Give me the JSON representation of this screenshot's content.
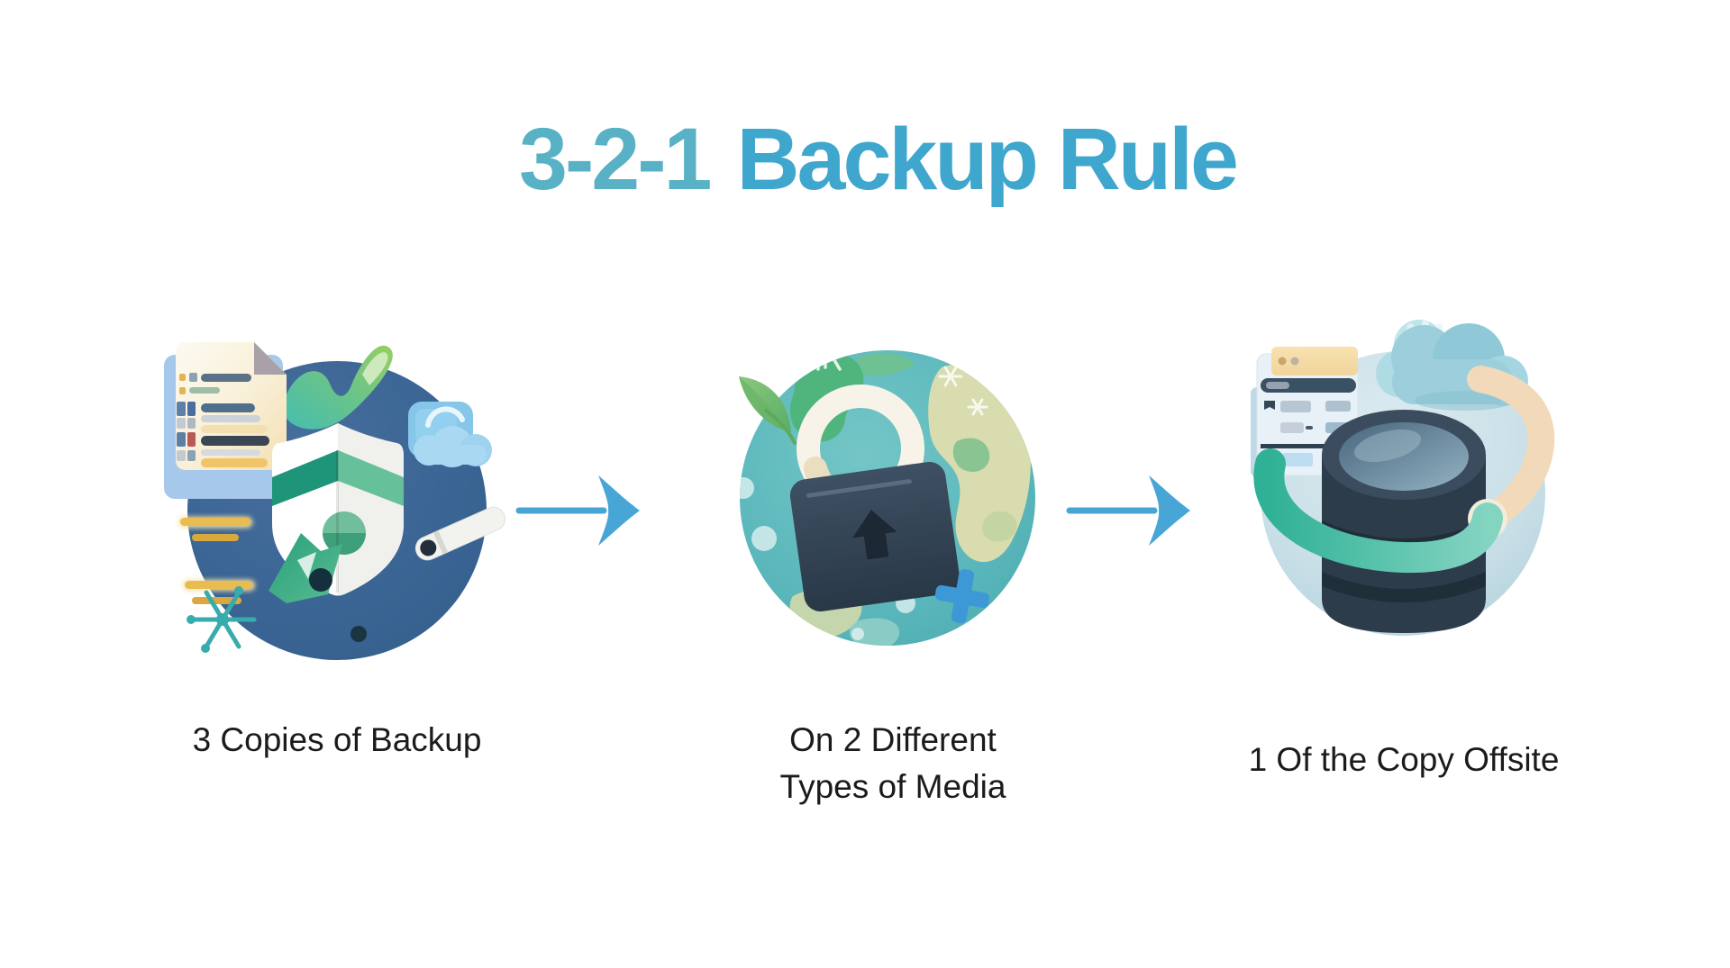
{
  "title": {
    "part1": "3-2-1",
    "part2": "Backup Rule"
  },
  "steps": [
    {
      "id": "copies",
      "label_lines": [
        "3 Copies of Backup"
      ],
      "illustration": "documents-shield-in-blue-circle"
    },
    {
      "id": "media",
      "label_lines": [
        "On 2 Different",
        "Types of Media"
      ],
      "illustration": "globe-with-padlock"
    },
    {
      "id": "offsite",
      "label_lines": [
        "1 Of the Copy Offsite"
      ],
      "illustration": "database-cloud-sync-ring"
    }
  ],
  "icons": {
    "arrow_right": "right-arrow",
    "document": "document-with-text-lines",
    "shield": "shield-with-green-band",
    "cloud_small": "cloud",
    "pen": "pen",
    "snowflake": "snowflake",
    "globe": "earth-globe",
    "padlock": "padlock",
    "leaf": "leaf",
    "cursor_plus": "plus-cursor",
    "database": "database-cylinder",
    "browser": "browser-window",
    "cloud_big": "cloud",
    "orbit_ring": "sync-orbit-ring"
  },
  "colors": {
    "title_accent": "#58b1c4",
    "title_main": "#3fa6cd",
    "label_text": "#1b1b1b",
    "arrow_blue": "#48a6d6",
    "circle1_blue": "#3b6594",
    "globe_teal": "#5cb8bc",
    "continent_green": "#4fb57d",
    "continent_beige": "#d8dcae",
    "lock_slate": "#32424f",
    "circle3_pale": "#c9dfe7",
    "database_slate": "#2c3c4b",
    "ring_teal": "#35b295",
    "ring_cream": "#f1d9ba"
  }
}
